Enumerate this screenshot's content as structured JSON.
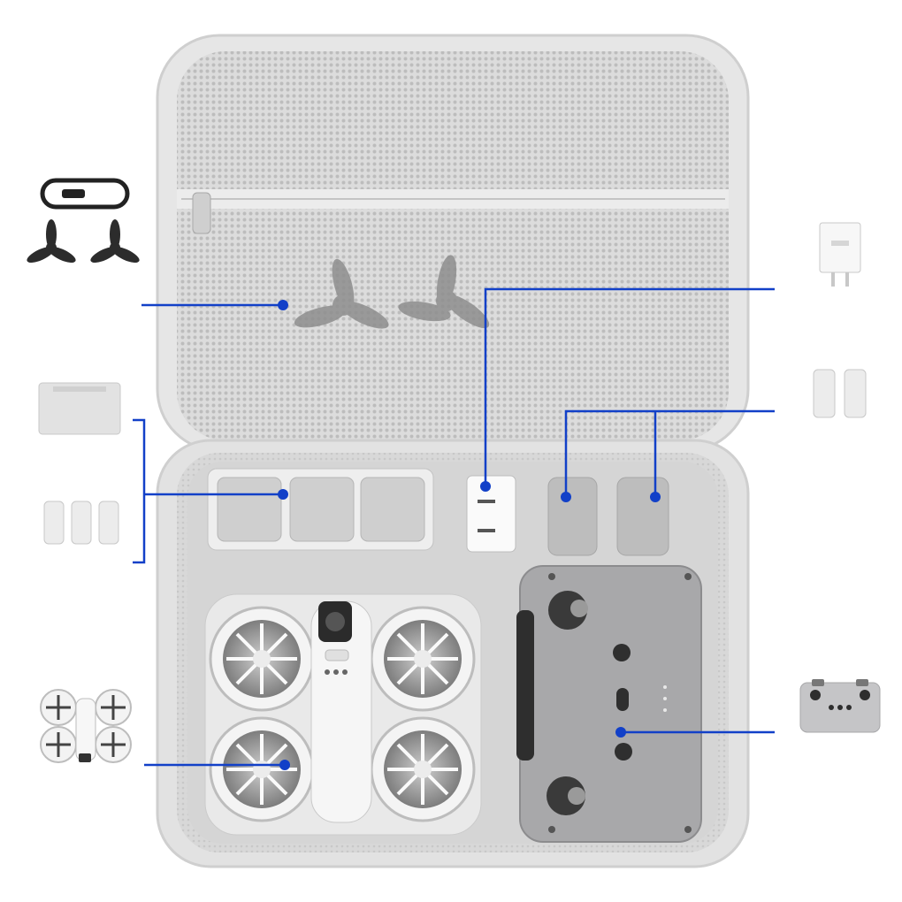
{
  "colors": {
    "background": "#ffffff",
    "case_shell": "#e4e4e4",
    "case_rim": "#cfcfcf",
    "case_interior": "#d6d6d6",
    "mesh": "#c9c9c9",
    "callout_line": "#1240c8",
    "drone_body": "#f2f2f2",
    "remote_body": "#a9a9ab",
    "accessory_light": "#e6e6e6",
    "accessory_dark": "#2a2a2a"
  },
  "callouts": [
    {
      "name": "propellers-callout"
    },
    {
      "name": "charger-callout"
    },
    {
      "name": "spare-batteries-callout"
    },
    {
      "name": "charging-hub-batteries-callout"
    },
    {
      "name": "drone-callout"
    },
    {
      "name": "remote-controller-callout"
    }
  ],
  "icons": {
    "cable": "usb-cable-icon",
    "propeller": "propeller-icon",
    "charger": "power-adapter-icon",
    "battery": "battery-icon",
    "hub": "charging-hub-icon",
    "drone": "drone-icon",
    "remote": "remote-controller-icon"
  }
}
